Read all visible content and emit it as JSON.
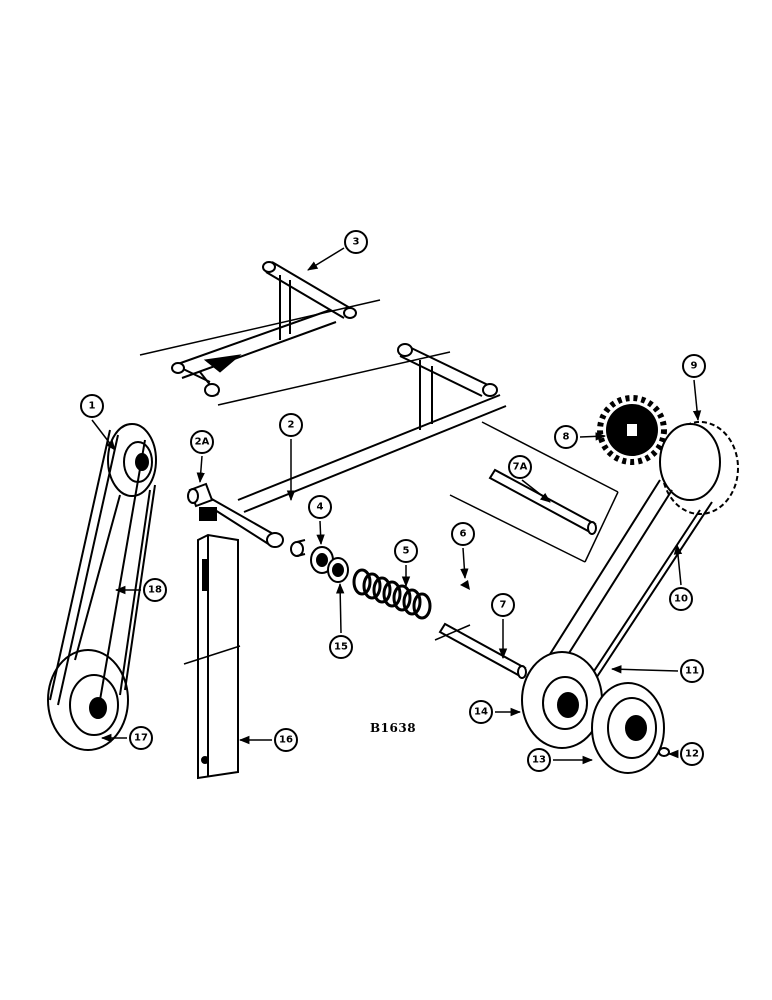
{
  "drawing_code": "B1638",
  "callouts": [
    {
      "id": "c1",
      "label": "1"
    },
    {
      "id": "c2",
      "label": "2"
    },
    {
      "id": "c2a",
      "label": "2A"
    },
    {
      "id": "c3",
      "label": "3"
    },
    {
      "id": "c4",
      "label": "4"
    },
    {
      "id": "c5",
      "label": "5"
    },
    {
      "id": "c6",
      "label": "6"
    },
    {
      "id": "c7",
      "label": "7"
    },
    {
      "id": "c7a",
      "label": "7A"
    },
    {
      "id": "c8",
      "label": "8"
    },
    {
      "id": "c9",
      "label": "9"
    },
    {
      "id": "c10",
      "label": "10"
    },
    {
      "id": "c11",
      "label": "11"
    },
    {
      "id": "c12",
      "label": "12"
    },
    {
      "id": "c13",
      "label": "13"
    },
    {
      "id": "c14",
      "label": "14"
    },
    {
      "id": "c15",
      "label": "15"
    },
    {
      "id": "c16",
      "label": "16"
    },
    {
      "id": "c17",
      "label": "17"
    },
    {
      "id": "c18",
      "label": "18"
    }
  ]
}
